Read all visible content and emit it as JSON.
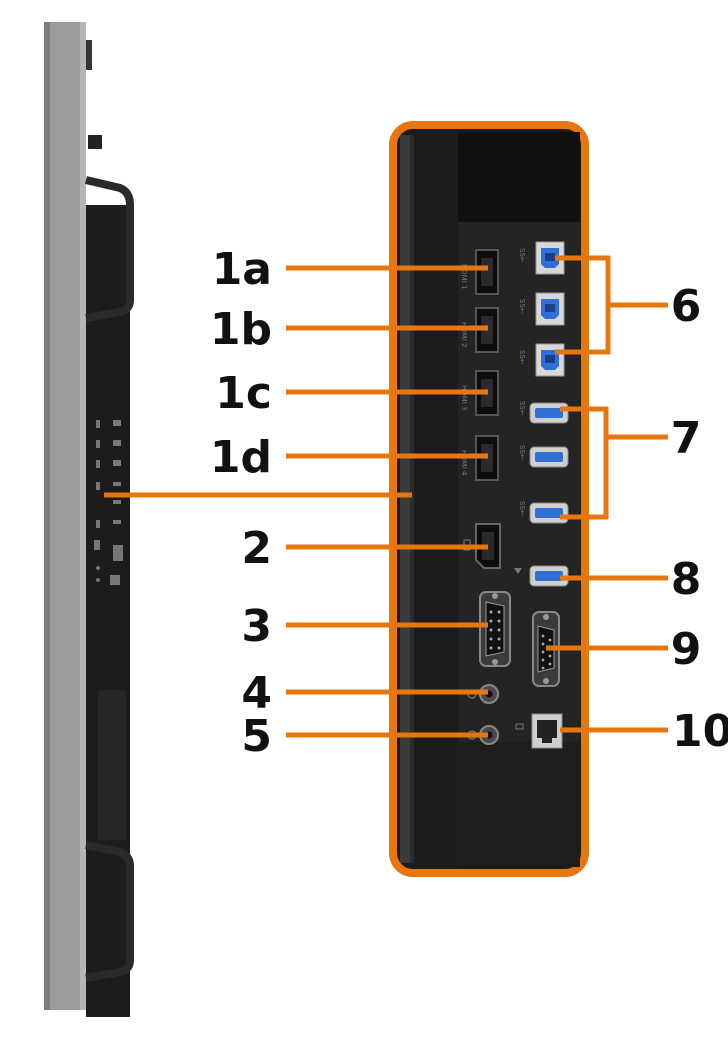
{
  "colors": {
    "accent": "#E8760F",
    "panel": "#1a1a1a",
    "bezel": "#9a9a9a",
    "usb_blue": "#2f6fd6"
  },
  "callouts": [
    {
      "label": "1a",
      "port": "HDMI 1"
    },
    {
      "label": "1b",
      "port": "HDMI 2"
    },
    {
      "label": "1c",
      "port": "HDMI 3"
    },
    {
      "label": "1d",
      "port": "HDMI 4"
    },
    {
      "label": "2",
      "port": "DisplayPort"
    },
    {
      "label": "3",
      "port": "VGA"
    },
    {
      "label": "4",
      "port": "Audio in"
    },
    {
      "label": "5",
      "port": "Audio out"
    },
    {
      "label": "6",
      "port": "USB 3.0 upstream (3)"
    },
    {
      "label": "7",
      "port": "USB 3.0 downstream (3)"
    },
    {
      "label": "8",
      "port": "USB charging"
    },
    {
      "label": "9",
      "port": "RS232"
    },
    {
      "label": "10",
      "port": "RJ45"
    }
  ],
  "port_marks": {
    "hdmi": [
      "HDMI 1",
      "HDMI 2",
      "HDMI 3",
      "HDMI 4"
    ],
    "usb": "SS←"
  }
}
